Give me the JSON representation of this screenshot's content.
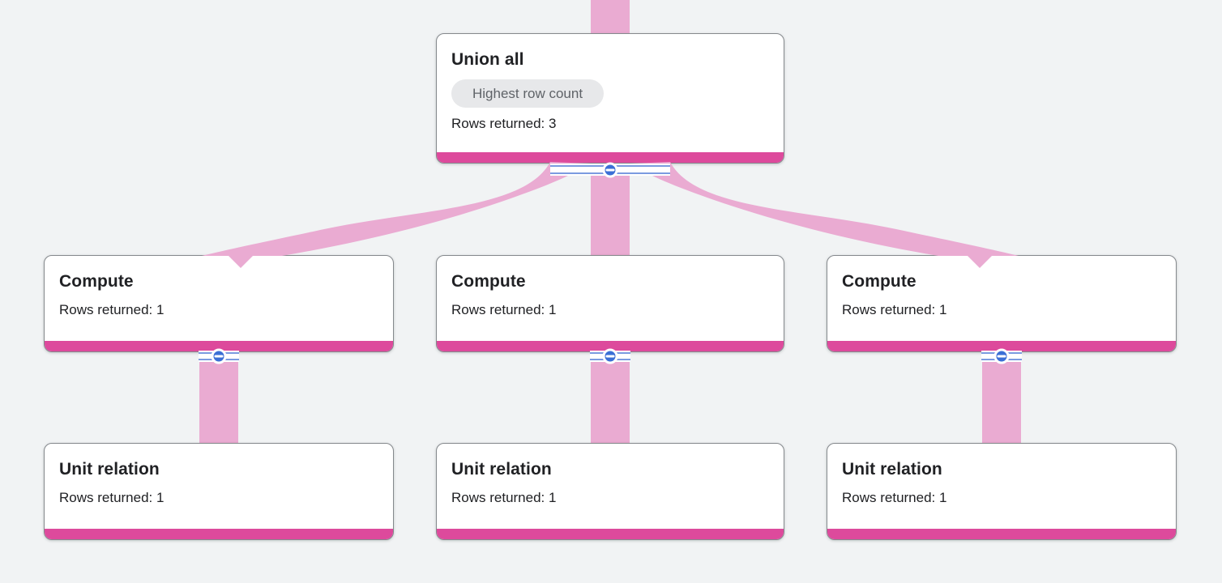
{
  "app": "query-execution-graph",
  "colors": {
    "canvas-bg": "#f1f3f4",
    "edge-pink": "#eaabd2",
    "bar-pink": "#dd4a9c",
    "handle-blue": "#3b6fd6",
    "rail-stripe": "#7b9be0",
    "card-border": "#85898d",
    "text-dark": "#202124",
    "badge-bg": "#e7e8ea",
    "badge-text": "#5f6368"
  },
  "nodes": {
    "union": {
      "title": "Union all",
      "badge": "Highest row count",
      "rows": "Rows returned: 3"
    },
    "compute1": {
      "title": "Compute",
      "rows": "Rows returned: 1"
    },
    "compute2": {
      "title": "Compute",
      "rows": "Rows returned: 1"
    },
    "compute3": {
      "title": "Compute",
      "rows": "Rows returned: 1"
    },
    "unit1": {
      "title": "Unit relation",
      "rows": "Rows returned: 1"
    },
    "unit2": {
      "title": "Unit relation",
      "rows": "Rows returned: 1"
    },
    "unit3": {
      "title": "Unit relation",
      "rows": "Rows returned: 1"
    }
  },
  "edges": [
    {
      "from": "union",
      "to": "offscreen-top"
    },
    {
      "from": "union",
      "to": "compute1"
    },
    {
      "from": "union",
      "to": "compute2"
    },
    {
      "from": "union",
      "to": "compute3"
    },
    {
      "from": "compute1",
      "to": "unit1"
    },
    {
      "from": "compute2",
      "to": "unit2"
    },
    {
      "from": "compute3",
      "to": "unit3"
    }
  ],
  "handles": {
    "icon": "minus-collapse",
    "tooltip": "Collapse"
  }
}
